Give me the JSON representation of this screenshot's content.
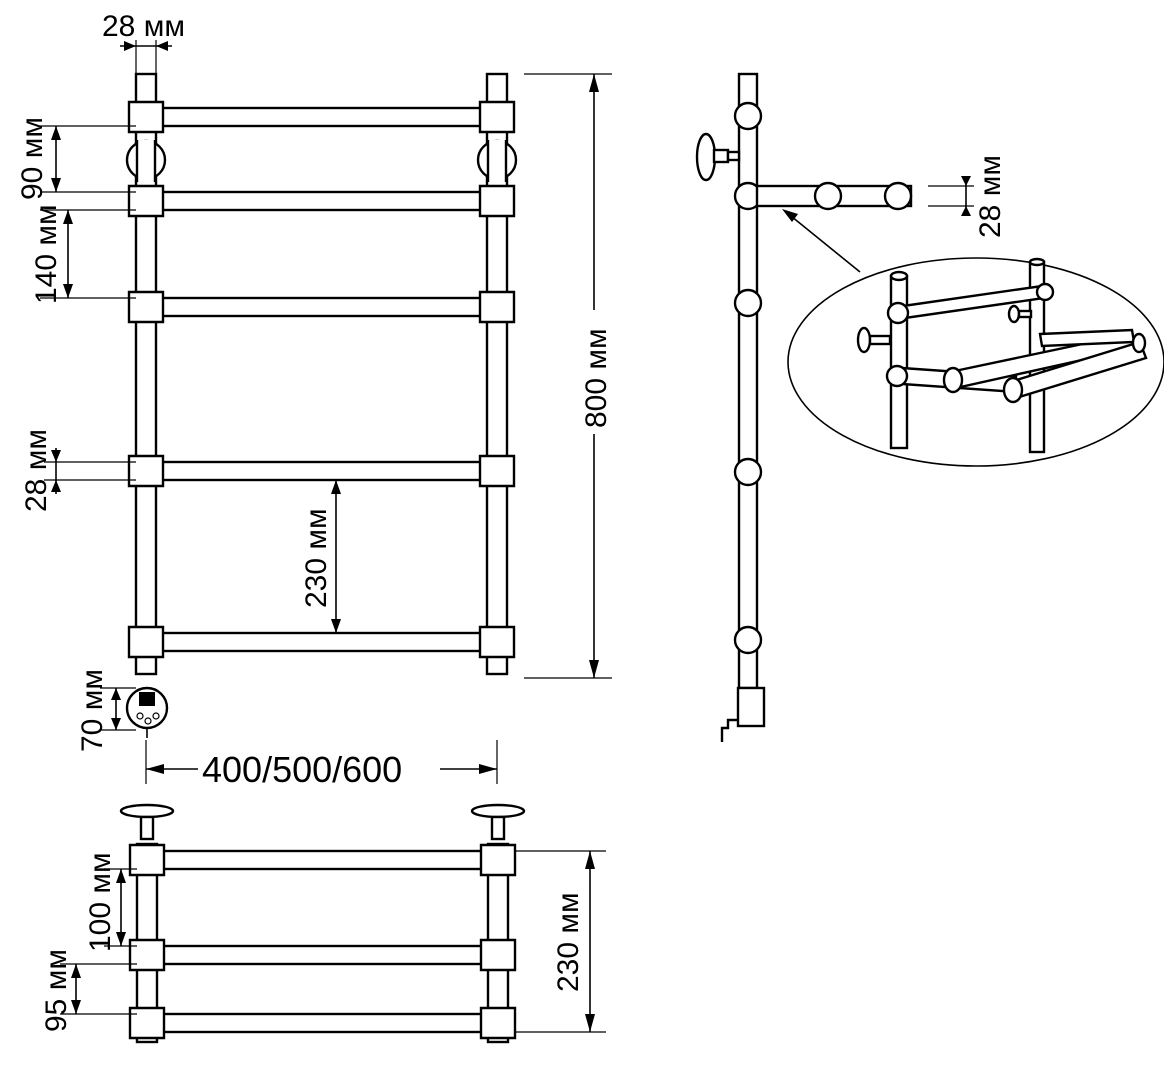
{
  "dimensions": {
    "pipe_width_top": "28 мм",
    "gap_90": "90 мм",
    "gap_140": "140 мм",
    "pipe_width_side": "28 мм",
    "gap_230": "230 мм",
    "height_800": "800 мм",
    "heater_70": "70 мм",
    "width_options": "400/500/600",
    "side_pipe_28": "28 мм",
    "shelf_100": "100 мм",
    "shelf_95": "95 мм",
    "shelf_depth_230": "230 мм"
  }
}
